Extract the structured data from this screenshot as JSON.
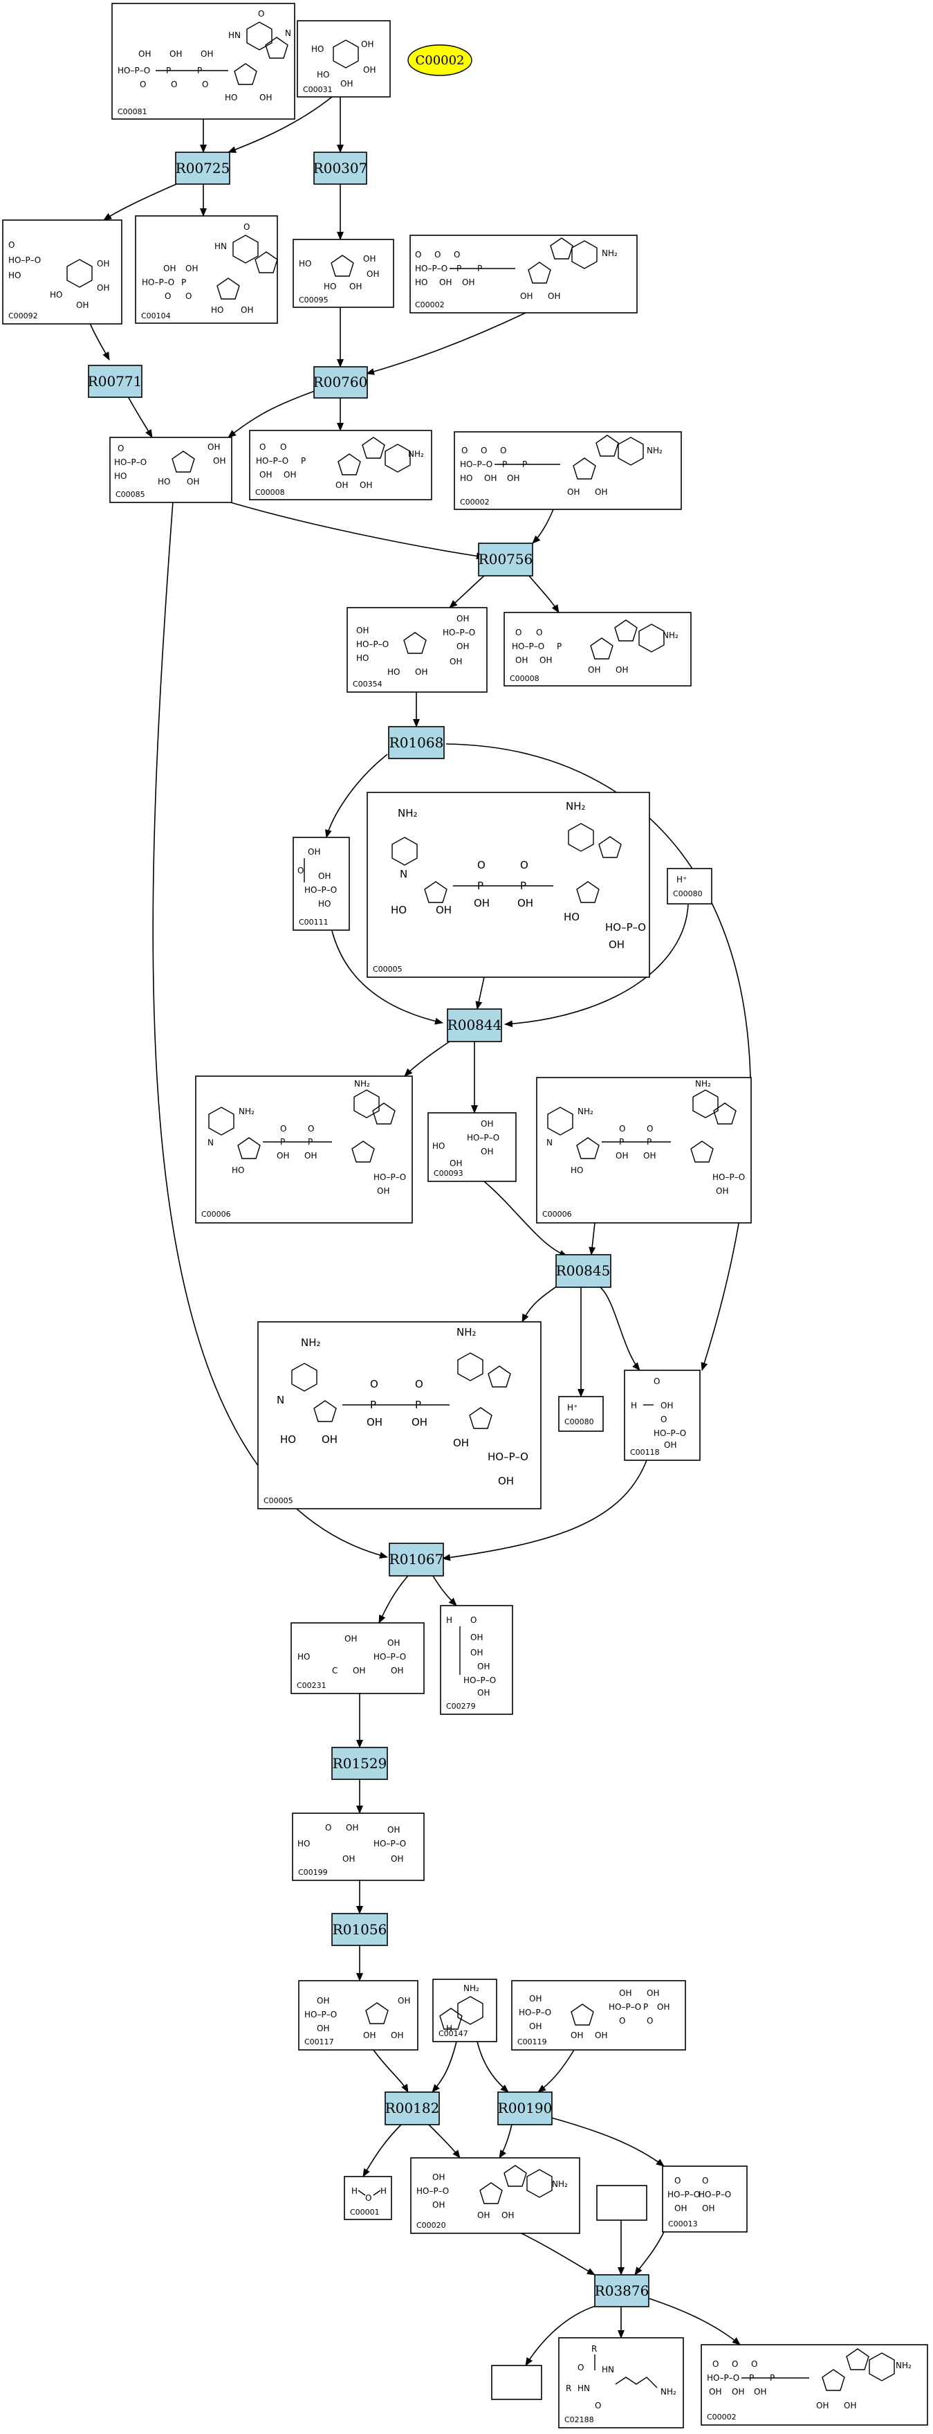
{
  "highlight_compound": "C00002",
  "colors": {
    "reaction_fill": "#add8e6",
    "highlight_fill": "#ffff00",
    "line": "#000000"
  },
  "compounds": {
    "C00081": "C00081",
    "C00031": "C00031",
    "C00092": "C00092",
    "C00104": "C00104",
    "C00095": "C00095",
    "C00002": "C00002",
    "C00085": "C00085",
    "C00008": "C00008",
    "C00354": "C00354",
    "C00111": "C00111",
    "C00005": "C00005",
    "C00080": "C00080",
    "C00006": "C00006",
    "C00093": "C00093",
    "C00118": "C00118",
    "C00231": "C00231",
    "C00279": "C00279",
    "C00199": "C00199",
    "C00117": "C00117",
    "C00147": "C00147",
    "C00119": "C00119",
    "C00001": "C00001",
    "C00020": "C00020",
    "C00013": "C00013",
    "C02188": "C02188"
  },
  "reactions": {
    "R00725": "R00725",
    "R00307": "R00307",
    "R00771": "R00771",
    "R00760": "R00760",
    "R00756": "R00756",
    "R01068": "R01068",
    "R00844": "R00844",
    "R00845": "R00845",
    "R01067": "R01067",
    "R01529": "R01529",
    "R01056": "R01056",
    "R00182": "R00182",
    "R00190": "R00190",
    "R03876": "R03876"
  },
  "structure_text": {
    "OH": "OH",
    "HO": "HO",
    "O": "O",
    "P": "P",
    "NH2": "NH₂",
    "N": "N",
    "H": "H",
    "H_plus": "H⁺",
    "HN": "HN",
    "R": "R",
    "C": "C",
    "phosphate_tail": "HO–P–O",
    "ring_N": "N"
  }
}
